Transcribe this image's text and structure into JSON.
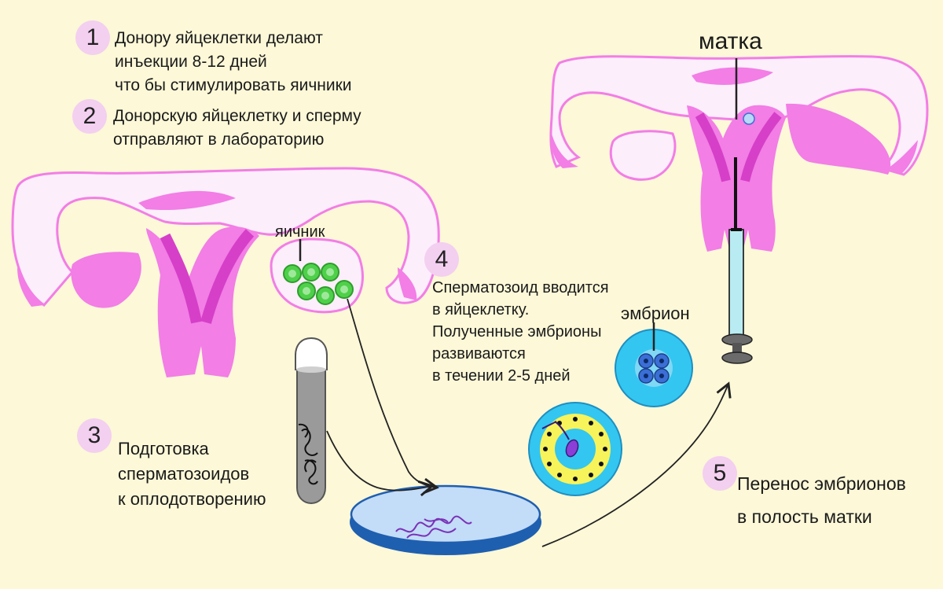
{
  "steps": [
    {
      "num": "1",
      "lines": [
        "Донору яйцеклетки делают",
        "инъекции 8-12 дней",
        "что бы стимулировать яичники"
      ]
    },
    {
      "num": "2",
      "lines": [
        "Донорскую яйцеклетку и сперму",
        "отправляют в лабораторию"
      ]
    },
    {
      "num": "3",
      "lines": [
        "Подготовка",
        "сперматозоидов",
        "к оплодотворению"
      ]
    },
    {
      "num": "4",
      "lines": [
        "Сперматозоид вводится",
        "в яйцеклетку.",
        "Полученные эмбрионы",
        "развиваются",
        "в течении 2-5 дней"
      ]
    },
    {
      "num": "5",
      "lines": [
        "Перенос эмбрионов",
        "в полость матки"
      ]
    }
  ],
  "labels": {
    "ovary": "яичник",
    "embryo": "эмбрион",
    "uterus": "матка"
  },
  "colors": {
    "background": "#fcf8d8",
    "pink": "#f27ee6",
    "magenta": "#d63fc8",
    "badge": "#f3cff0",
    "green": "#4fd04a",
    "cyan": "#33c6f0",
    "dish": "#b9d9f8",
    "yellow": "#f7f35a",
    "embryo_cell": "#3b6fd6"
  }
}
